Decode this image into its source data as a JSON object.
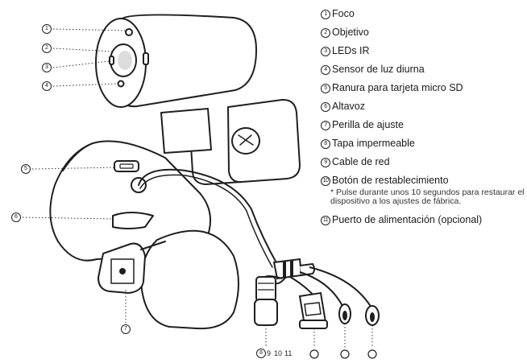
{
  "legend": {
    "items": [
      {
        "num": "1",
        "label": "Foco"
      },
      {
        "num": "2",
        "label": "Objetivo"
      },
      {
        "num": "3",
        "label": "LEDs IR"
      },
      {
        "num": "4",
        "label": "Sensor de luz diurna"
      },
      {
        "num": "5",
        "label": "Ranura para tarjeta micro SD"
      },
      {
        "num": "6",
        "label": "Altavoz"
      },
      {
        "num": "7",
        "label": "Perilla de ajuste"
      },
      {
        "num": "8",
        "label": "Tapa impermeable"
      },
      {
        "num": "9",
        "label": "Cable de red"
      },
      {
        "num": "10",
        "label": "Botón de restablecimiento"
      }
    ],
    "note": "* Pulse durante unos 10 segundos para restaurar el dispositivo a los ajustes de fábrica.",
    "last_item": {
      "num": "11",
      "label": "Puerto de alimentación (opcional)"
    }
  },
  "callouts": {
    "c1": "1",
    "c2": "2",
    "c3": "3",
    "c4": "4",
    "c5": "5",
    "c6": "6",
    "c7": "7"
  },
  "bottom_labels": {
    "n8": "8",
    "n9": "9",
    "n10": "10",
    "n11": "11"
  },
  "colors": {
    "line": "#1f1f1f",
    "fill": "#ffffff"
  }
}
